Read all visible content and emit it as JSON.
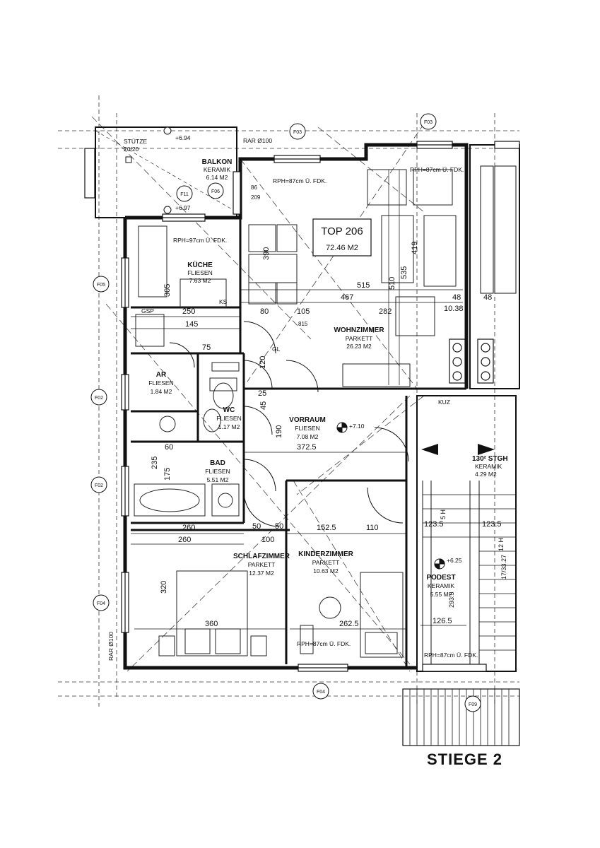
{
  "unit": {
    "name": "TOP 206",
    "area": "72.46 M2"
  },
  "rooms": {
    "balkon": {
      "name": "BALKON",
      "material": "KERAMIK",
      "area": "6.14 M2"
    },
    "kueche": {
      "name": "KÜCHE",
      "material": "FLIESEN",
      "area": "7.63 M2"
    },
    "wohnzimmer": {
      "name": "WOHNZIMMER",
      "material": "PARKETT",
      "area": "26.23 M2"
    },
    "ar": {
      "name": "AR",
      "material": "FLIESEN",
      "area": "1.84 M2"
    },
    "wc": {
      "name": "WC",
      "material": "FLIESEN",
      "area": "1.17 M2"
    },
    "vorraum": {
      "name": "VORRAUM",
      "material": "FLIESEN",
      "area": "7.08 M2"
    },
    "bad": {
      "name": "BAD",
      "material": "FLIESEN",
      "area": "5.51 M2"
    },
    "schlafzimmer": {
      "name": "SCHLAFZIMMER",
      "material": "PARKETT",
      "area": "12.37 M2"
    },
    "kinderzimmer": {
      "name": "KINDERZIMMER",
      "material": "PARKETT",
      "area": "10.63 M2"
    },
    "podest": {
      "name": "PODEST",
      "material": "KERAMIK",
      "area": "5.55 M2"
    },
    "stgh": {
      "name": "130² STGH",
      "material": "KERAMIK",
      "area": "4.29 M2"
    }
  },
  "tags": {
    "f03_a": "F03",
    "f03_b": "F03",
    "f11": "F11",
    "f06": "F06",
    "f05": "F05",
    "f02_a": "F02",
    "f02_b": "F02",
    "f04_a": "F04",
    "f04_b": "F04",
    "f09": "F09"
  },
  "notes": {
    "stuetze": "STÜTZE",
    "stuetze_size": "20/20",
    "rar": "RAR Ø100",
    "rar_side": "RAR Ø100",
    "rph_87_balkon": "RPH=87cm Ü. FDK.",
    "rph_97_kueche": "RPH=97cm Ü. FDK.",
    "rph_87_top": "RPH=87cm Ü. FDK.",
    "rph_87_kinder": "RPH=87cm Ü. FDK.",
    "rph_87_stair": "RPH=87cm Ü. FDK.",
    "level_694": "+6.94",
    "level_697": "+6.97",
    "level_710": "+7.10",
    "level_625": "+6.25",
    "gsp": "GSP",
    "ks": "KS",
    "kuz": "KUZ",
    "gl": "GL"
  },
  "dims": {
    "d515": "515",
    "d467": "467",
    "d535": "535",
    "d419": "419",
    "d510": "510",
    "d390": "390",
    "d305": "305",
    "d250": "250",
    "d145": "145",
    "d80": "80",
    "d105": "105",
    "d815": "815",
    "d282": "282",
    "d48a": "48",
    "d48b": "48",
    "d1038": "10.38",
    "d3725": "372.5",
    "d1525": "152.5",
    "d110": "110",
    "d260a": "260",
    "d260b": "260",
    "d360": "360",
    "d320": "320",
    "d2625": "262.5",
    "d1265": "126.5",
    "d2935": "293.5",
    "d235": "235",
    "d175": "175",
    "d60": "60",
    "d50a": "50",
    "d50b": "50",
    "d100": "100",
    "d190": "190",
    "d1235": "123.5",
    "d1235b": "123.5",
    "d1733": "17/33.27",
    "d75": "75",
    "d120": "120",
    "d45": "45",
    "d25": "25",
    "d86": "86",
    "d209": "209",
    "d12h": "12 H",
    "d5h": "5 H"
  },
  "stair_label": "STIEGE 2"
}
